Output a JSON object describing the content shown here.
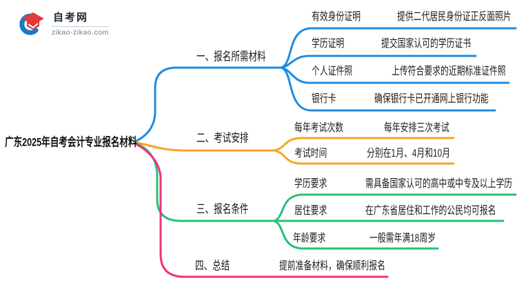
{
  "logo": {
    "site_name": "自考网",
    "site_url": "zikao-zikao.com",
    "icon": "graduation-cap-icon",
    "icon_colors": {
      "swoosh_blue": "#1C79C4",
      "cap_red": "#E23B3C"
    }
  },
  "root": {
    "title": "广东2025年自考会计专业报名材料"
  },
  "branches": [
    {
      "label": "一、报名所需材料",
      "color": "#1E8CE3",
      "items": [
        {
          "key": "有效身份证明",
          "value": "提供二代居民身份证正反面照片"
        },
        {
          "key": "学历证明",
          "value": "提交国家认可的学历证书"
        },
        {
          "key": "个人证件照",
          "value": "上传符合要求的近期标准证件照"
        },
        {
          "key": "银行卡",
          "value": "确保银行卡已开通网上银行功能"
        }
      ]
    },
    {
      "label": "二、考试安排",
      "color": "#F5A623",
      "items": [
        {
          "key": "每年考试次数",
          "value": "每年安排三次考试"
        },
        {
          "key": "考试时间",
          "value": "分别在1月、4月和10月"
        }
      ]
    },
    {
      "label": "三、报名条件",
      "color": "#24C276",
      "items": [
        {
          "key": "学历要求",
          "value": "需具备国家认可的高中或中专及以上学历"
        },
        {
          "key": "居住要求",
          "value": "在广东省居住和工作的公民均可报名"
        },
        {
          "key": "年龄要求",
          "value": "一般需年满18周岁"
        }
      ]
    },
    {
      "label": "四、总结",
      "color": "#F0307F",
      "items": [
        {
          "key": "",
          "value": "提前准备材料，确保顺利报名"
        }
      ]
    }
  ]
}
